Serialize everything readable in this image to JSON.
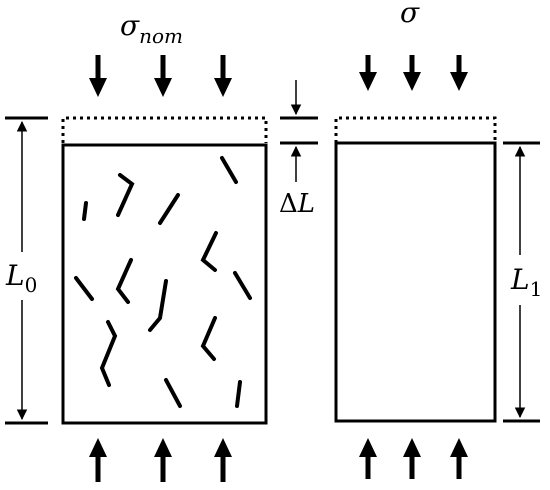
{
  "labels": {
    "left_stress_main": "σ",
    "left_stress_sub": "nom",
    "right_stress": "σ",
    "delta_l_prefix": "Δ",
    "delta_l_symbol": "L",
    "l0_symbol": "L",
    "l0_sub": "0",
    "l1_symbol": "L",
    "l1_sub": "1"
  },
  "colors": {
    "ink": "#000000",
    "background": "#ffffff"
  },
  "icons": {
    "load_arrow": "thick-arrow-icon",
    "dimension_arrow": "thin-arrow-icon"
  }
}
